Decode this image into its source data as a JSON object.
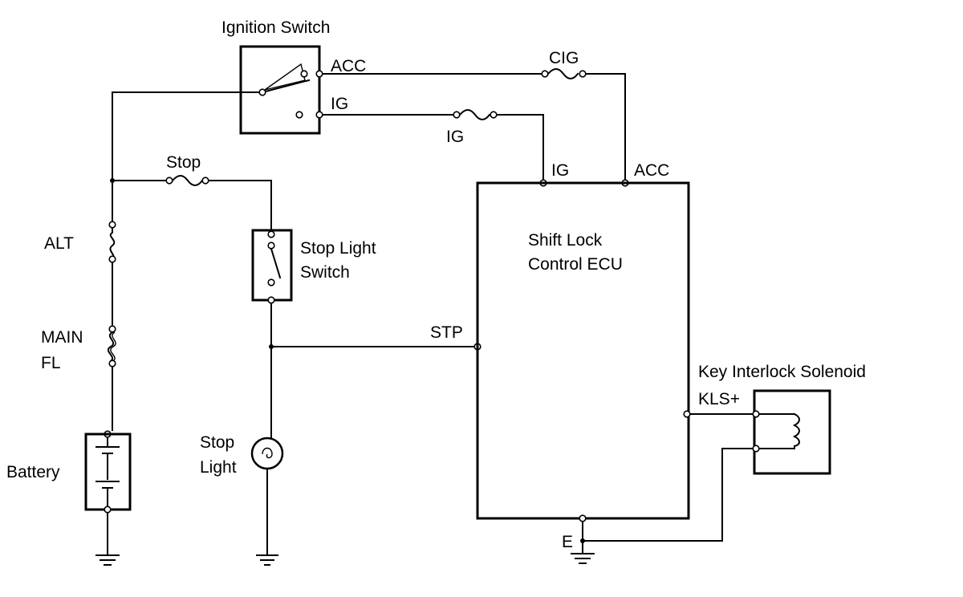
{
  "labels": {
    "ignition_switch": "Ignition Switch",
    "acc_switch": "ACC",
    "ig_switch": "IG",
    "cig": "CIG",
    "ecu_ig": "IG",
    "stop_fuse": "Stop",
    "alt": "ALT",
    "main": "MAIN",
    "fl": "FL",
    "battery": "Battery",
    "stop_light_switch_line1": "Stop Light",
    "stop_light_switch_line2": "Switch",
    "stop_light_line1": "Stop",
    "stop_light_line2": "Light",
    "ecu_title_line1": "Shift Lock",
    "ecu_title_line2": "Control ECU",
    "ecu_acc": "ACC",
    "stp": "STP",
    "e": "E",
    "key_interlock_solenoid": "Key Interlock Solenoid",
    "kls": "KLS+"
  }
}
